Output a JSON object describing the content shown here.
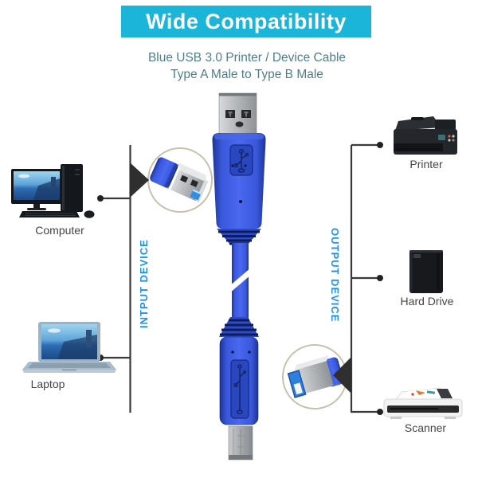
{
  "banner": {
    "title": "Wide Compatibility",
    "background_color": "#1ab5d9",
    "text_color": "#ffffff"
  },
  "subtitle": {
    "line1": "Blue USB 3.0 Printer / Device Cable",
    "line2": "Type A Male to Type B Male",
    "color": "#4e7e8d"
  },
  "input_side": {
    "label": "INTPUT DEVICE",
    "label_color": "#2090f0",
    "devices": [
      {
        "label": "Computer",
        "icon": "desktop-computer-icon"
      },
      {
        "label": "Laptop",
        "icon": "laptop-icon"
      }
    ]
  },
  "output_side": {
    "label": "OUTPUT DEVICE",
    "label_color": "#2090f0",
    "devices": [
      {
        "label": "Printer",
        "icon": "printer-icon"
      },
      {
        "label": "Hard Drive",
        "icon": "hard-drive-icon"
      },
      {
        "label": "Scanner",
        "icon": "scanner-icon"
      }
    ]
  },
  "cable": {
    "icon": "usb-3-blue-cable-image",
    "main_color": "#3a58dc",
    "callouts": [
      {
        "icon": "usb-type-a-plug-icon",
        "side": "left"
      },
      {
        "icon": "usb-type-b-plug-icon",
        "side": "right"
      }
    ]
  },
  "diagram": {
    "line_color": "#3a3a3a",
    "arrow_color": "#2f2f2f",
    "dot_color": "#222222"
  }
}
